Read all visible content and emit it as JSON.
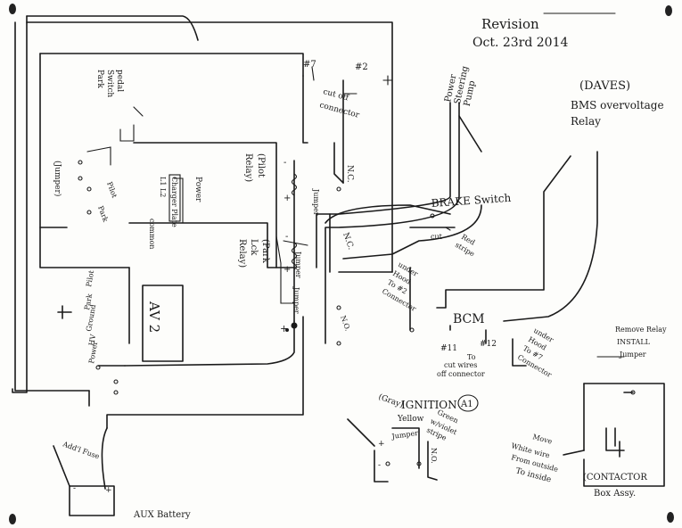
{
  "revision": {
    "title": "Revision",
    "date": "Oct. 23rd 2014"
  },
  "dave_relay": {
    "line1": "(DAVES)",
    "line2": "BMS overvoltage",
    "line3": "Relay"
  },
  "power_steering": {
    "line1": "Power",
    "line2": "Steering",
    "line3": "Pump"
  },
  "cutoff_connector": {
    "pin7": "#7",
    "pin2": "#2",
    "line1": "cut off",
    "line2": "connector"
  },
  "park_switch": {
    "line1": "Park",
    "line2": "Switch",
    "line3": "pedal"
  },
  "jumper_left": "(Jumper)",
  "power_label": {
    "line1": "Power",
    "line2": "Charger Plate",
    "line3": "L1 L2",
    "common": "common",
    "pilot": "Pilot",
    "park": "Park"
  },
  "pilot_relay": {
    "line1": "(Pilot",
    "line2": "Relay)",
    "nc": "N.C."
  },
  "park_lock_relay": {
    "line1": "(Park",
    "line2": "Lck",
    "line3": "Relay)"
  },
  "jumpers": {
    "j1": "Jumper",
    "j2": "Jumper",
    "j3": "Jumper"
  },
  "brake_switch": {
    "title": "BRAKE Switch",
    "nc": "N.C.",
    "cut": "cut",
    "red": "Red",
    "stripe": "stripe"
  },
  "under_hood_2": {
    "line1": "under",
    "line2": "Hood",
    "line3": "To #2",
    "line4": "Connector"
  },
  "bcm": {
    "title": "BCM",
    "pin11": "#11",
    "pin12": "#12",
    "to": "To",
    "line1": "cut wires",
    "line2": "off connector"
  },
  "under_hood_7": {
    "line1": "under",
    "line2": "Hood",
    "line3": "To #7",
    "line4": "Connector"
  },
  "av2_labels": {
    "pilot": "Pilot",
    "park": "Park",
    "ground": "Ground",
    "hv": "HV",
    "power": "Power"
  },
  "av2": "AV 2",
  "no_label": "N.O.",
  "ignition": {
    "gray": "(Gray)",
    "title": "IGNITION",
    "badge": "A1",
    "yellow": "Yellow",
    "green": "Green",
    "violet": "w/violet",
    "stripe": "stripe",
    "jumper": "Jumper",
    "no": "N.O."
  },
  "contactor": {
    "remove1": "Remove Relay",
    "remove2": "INSTALL",
    "remove3": "Jumper",
    "move1": "Move",
    "move2": "White wire",
    "move3": "From outside",
    "move4": "To inside",
    "box1": "(CONTACTOR",
    "box2": "Box Assy."
  },
  "aux": {
    "fuse": "Add'l Fuse",
    "battery": "AUX Battery"
  }
}
